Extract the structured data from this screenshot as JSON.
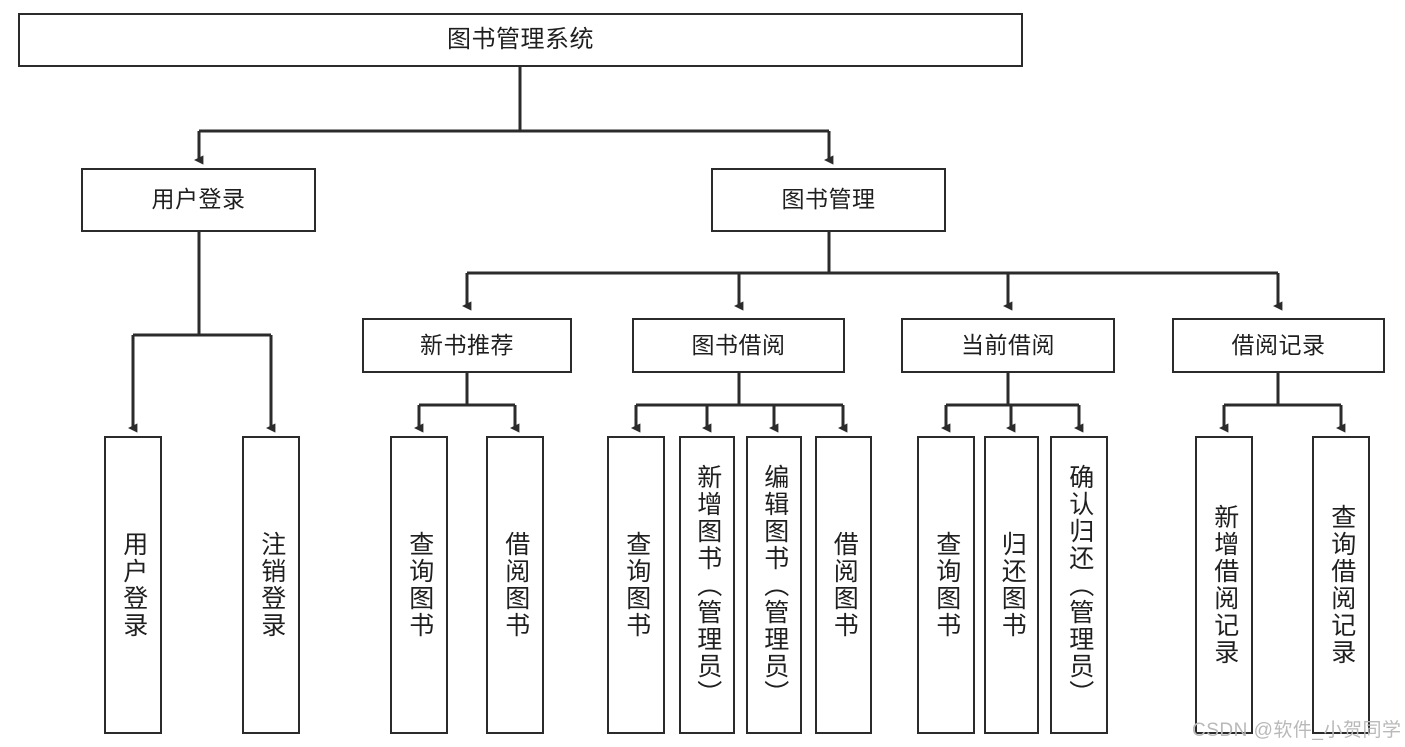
{
  "diagram": {
    "title": "图书管理系统",
    "type": "functional-structure-tree",
    "root": {
      "id": "root",
      "label": "图书管理系统"
    },
    "level2": [
      {
        "id": "user-login",
        "label": "用户登录"
      },
      {
        "id": "book-manage",
        "label": "图书管理"
      }
    ],
    "level3": [
      {
        "id": "new-book-recommend",
        "label": "新书推荐",
        "parent": "book-manage"
      },
      {
        "id": "book-borrow",
        "label": "图书借阅",
        "parent": "book-manage"
      },
      {
        "id": "current-borrow",
        "label": "当前借阅",
        "parent": "book-manage"
      },
      {
        "id": "borrow-record",
        "label": "借阅记录",
        "parent": "book-manage"
      }
    ],
    "leaves": [
      {
        "id": "leaf-user-login",
        "label": "用户登录",
        "parent": "user-login"
      },
      {
        "id": "leaf-user-logout",
        "label": "注销登录",
        "parent": "user-login"
      },
      {
        "id": "leaf-query-book-1",
        "label": "查询图书",
        "parent": "new-book-recommend"
      },
      {
        "id": "leaf-borrow-book-1",
        "label": "借阅图书",
        "parent": "new-book-recommend"
      },
      {
        "id": "leaf-query-book-2",
        "label": "查询图书",
        "parent": "book-borrow"
      },
      {
        "id": "leaf-add-book",
        "label": "新增图书（管理员）",
        "parent": "book-borrow"
      },
      {
        "id": "leaf-edit-book",
        "label": "编辑图书（管理员）",
        "parent": "book-borrow"
      },
      {
        "id": "leaf-borrow-book-2",
        "label": "借阅图书",
        "parent": "book-borrow"
      },
      {
        "id": "leaf-query-book-3",
        "label": "查询图书",
        "parent": "current-borrow"
      },
      {
        "id": "leaf-return-book",
        "label": "归还图书",
        "parent": "current-borrow"
      },
      {
        "id": "leaf-confirm-return",
        "label": "确认归还（管理员）",
        "parent": "current-borrow"
      },
      {
        "id": "leaf-add-record",
        "label": "新增借阅记录",
        "parent": "borrow-record"
      },
      {
        "id": "leaf-query-record",
        "label": "查询借阅记录",
        "parent": "borrow-record"
      }
    ],
    "watermark": "CSDN @软件_小贺同学",
    "colors": {
      "stroke": "#2b2b2b",
      "fill": "#ffffff",
      "text": "#1f1f1f",
      "watermark": "#b9b9b9"
    }
  }
}
